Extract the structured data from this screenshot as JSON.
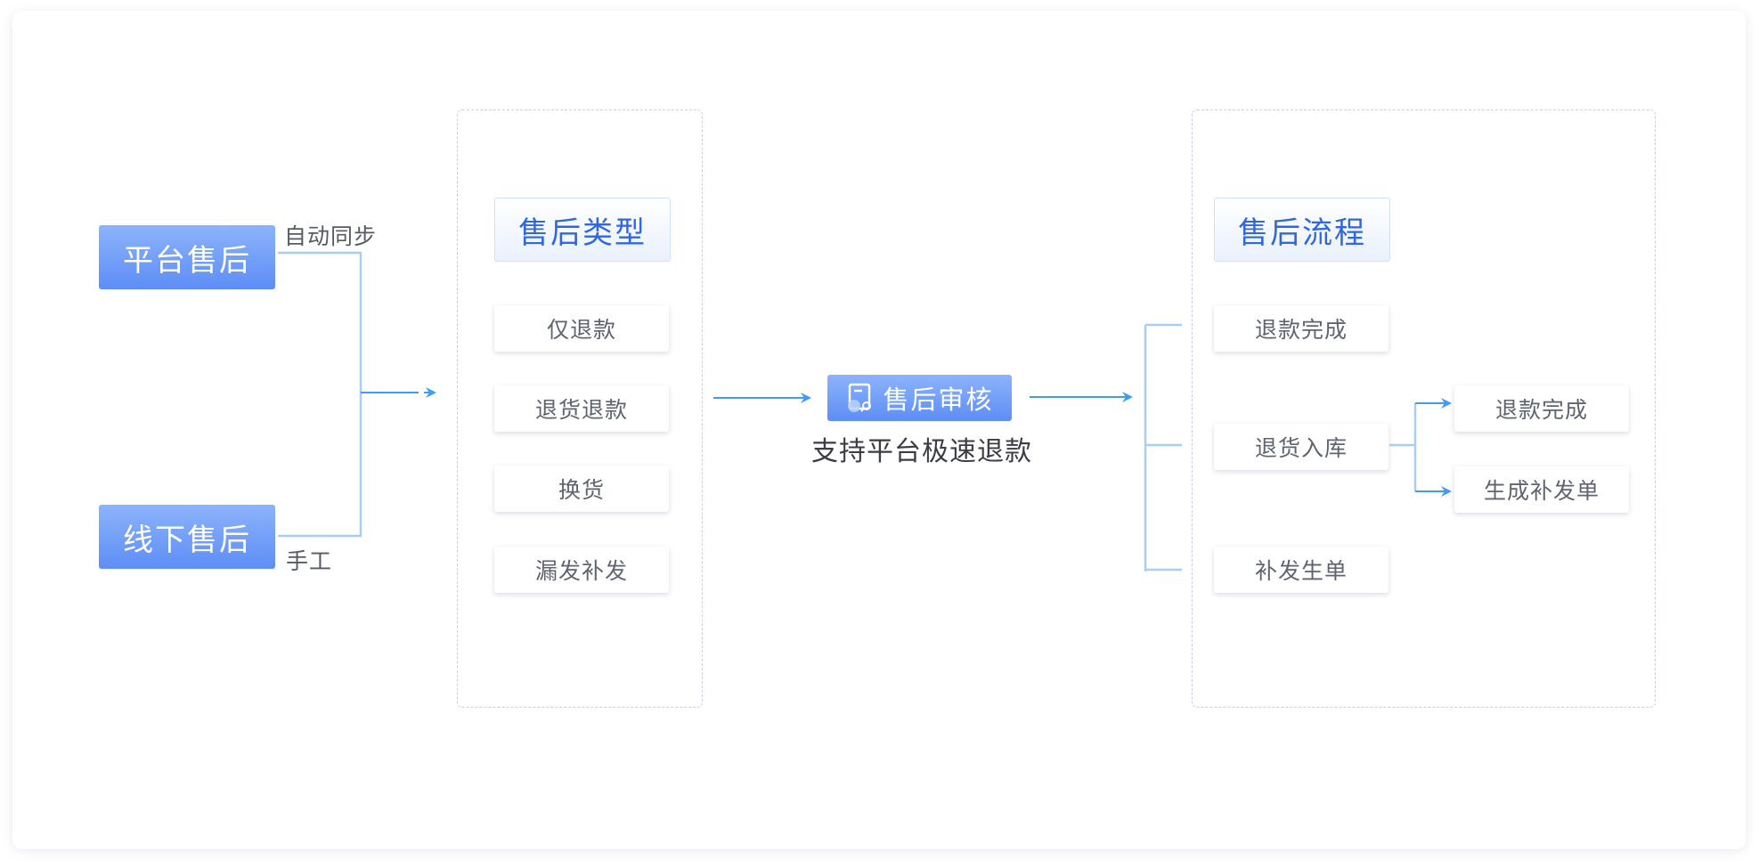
{
  "sources": {
    "platform": {
      "label": "平台售后",
      "note": "自动同步"
    },
    "offline": {
      "label": "线下售后",
      "note": "手工"
    }
  },
  "types_panel": {
    "title": "售后类型",
    "items": [
      "仅退款",
      "退货退款",
      "换货",
      "漏发补发"
    ]
  },
  "review": {
    "label": "售后审核",
    "caption": "支持平台极速退款",
    "icon": "document-search-icon"
  },
  "flow_panel": {
    "title": "售后流程",
    "items": [
      "退款完成",
      "退货入库",
      "补发生单"
    ],
    "sub_items": [
      "退款完成",
      "生成补发单"
    ]
  },
  "colors": {
    "primary_gradient_top": "#8db3fb",
    "primary_gradient_bottom": "#5d8ef6",
    "connector": "#a9cdf7",
    "arrow": "#3f9bf4",
    "header_text": "#2f66e5",
    "panel_border": "#c9cdf2"
  }
}
